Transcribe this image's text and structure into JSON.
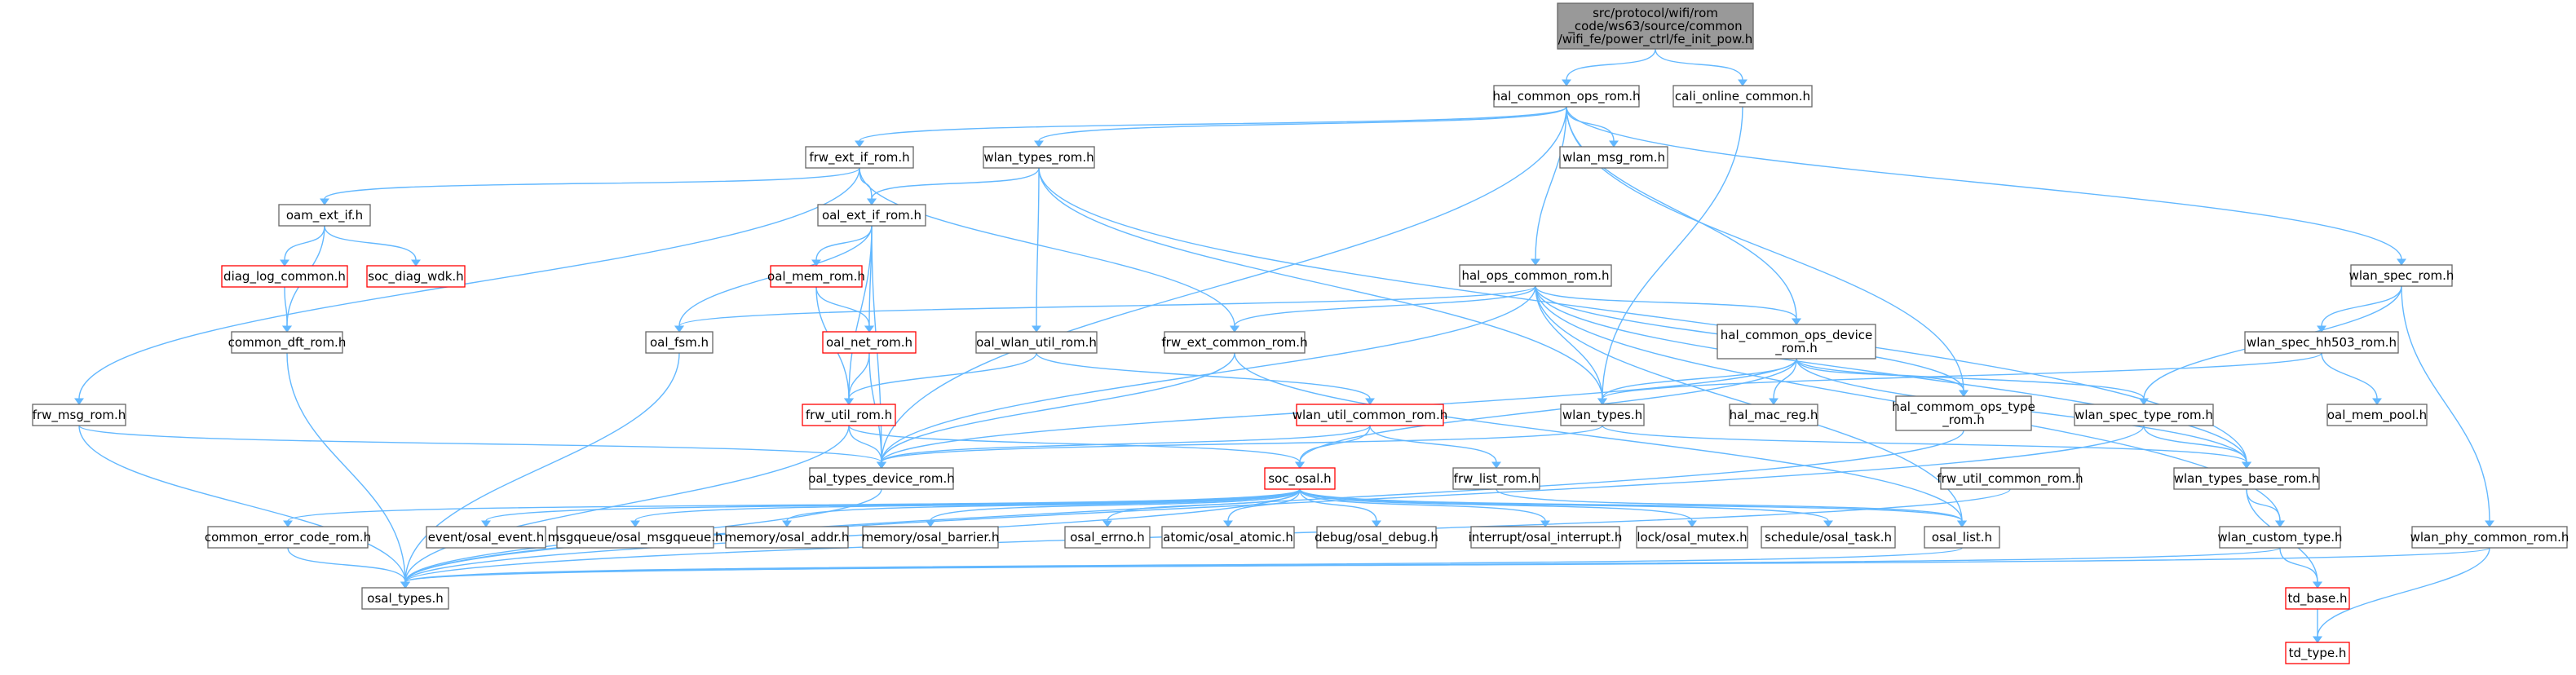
{
  "colors": {
    "root_fill": "#999999",
    "root_border": "#666666",
    "node_fill": "#ffffff",
    "node_border": "#666666",
    "error_border": "#ff0000",
    "edge": "#63b8ff"
  },
  "nodes": {
    "root": {
      "lines": [
        "src/protocol/wifi/rom",
        "_code/ws63/source/common",
        "/wifi_fe/power_ctrl/fe_init_pow.h"
      ],
      "style": "root"
    },
    "hal_common_ops_rom": {
      "lines": [
        "hal_common_ops_rom.h"
      ]
    },
    "cali_online_common": {
      "lines": [
        "cali_online_common.h"
      ]
    },
    "frw_ext_if_rom": {
      "lines": [
        "frw_ext_if_rom.h"
      ]
    },
    "wlan_types_rom": {
      "lines": [
        "wlan_types_rom.h"
      ]
    },
    "wlan_msg_rom": {
      "lines": [
        "wlan_msg_rom.h"
      ]
    },
    "wlan_spec_rom": {
      "lines": [
        "wlan_spec_rom.h"
      ]
    },
    "oam_ext_if": {
      "lines": [
        "oam_ext_if.h"
      ]
    },
    "oal_ext_if_rom": {
      "lines": [
        "oal_ext_if_rom.h"
      ]
    },
    "diag_log_common": {
      "lines": [
        "diag_log_common.h"
      ],
      "style": "error"
    },
    "soc_diag_wdk": {
      "lines": [
        "soc_diag_wdk.h"
      ],
      "style": "error"
    },
    "oal_mem_rom": {
      "lines": [
        "oal_mem_rom.h"
      ],
      "style": "error"
    },
    "hal_ops_common_rom": {
      "lines": [
        "hal_ops_common_rom.h"
      ]
    },
    "common_dft_rom": {
      "lines": [
        "common_dft_rom.h"
      ]
    },
    "oal_fsm": {
      "lines": [
        "oal_fsm.h"
      ]
    },
    "oal_net_rom": {
      "lines": [
        "oal_net_rom.h"
      ],
      "style": "error"
    },
    "oal_wlan_util_rom": {
      "lines": [
        "oal_wlan_util_rom.h"
      ]
    },
    "frw_ext_common_rom": {
      "lines": [
        "frw_ext_common_rom.h"
      ]
    },
    "hal_common_ops_device_rom": {
      "lines": [
        "hal_common_ops_device",
        "_rom.h"
      ]
    },
    "wlan_spec_hh503_rom": {
      "lines": [
        "wlan_spec_hh503_rom.h"
      ]
    },
    "frw_msg_rom": {
      "lines": [
        "frw_msg_rom.h"
      ]
    },
    "frw_util_rom": {
      "lines": [
        "frw_util_rom.h"
      ],
      "style": "error"
    },
    "wlan_util_common_rom": {
      "lines": [
        "wlan_util_common_rom.h"
      ],
      "style": "error"
    },
    "wlan_types": {
      "lines": [
        "wlan_types.h"
      ]
    },
    "hal_mac_reg": {
      "lines": [
        "hal_mac_reg.h"
      ]
    },
    "hal_commom_ops_type_rom": {
      "lines": [
        "hal_commom_ops_type",
        "_rom.h"
      ]
    },
    "wlan_spec_type_rom": {
      "lines": [
        "wlan_spec_type_rom.h"
      ]
    },
    "oal_mem_pool": {
      "lines": [
        "oal_mem_pool.h"
      ]
    },
    "oal_types_device_rom": {
      "lines": [
        "oal_types_device_rom.h"
      ]
    },
    "soc_osal": {
      "lines": [
        "soc_osal.h"
      ],
      "style": "error"
    },
    "frw_list_rom": {
      "lines": [
        "frw_list_rom.h"
      ]
    },
    "frw_util_common_rom": {
      "lines": [
        "frw_util_common_rom.h"
      ]
    },
    "wlan_types_base_rom": {
      "lines": [
        "wlan_types_base_rom.h"
      ]
    },
    "common_error_code_rom": {
      "lines": [
        "common_error_code_rom.h"
      ]
    },
    "osal_event": {
      "lines": [
        "event/osal_event.h"
      ]
    },
    "osal_msgqueue": {
      "lines": [
        "msgqueue/osal_msgqueue.h"
      ]
    },
    "osal_addr": {
      "lines": [
        "memory/osal_addr.h"
      ]
    },
    "osal_barrier": {
      "lines": [
        "memory/osal_barrier.h"
      ]
    },
    "osal_errno": {
      "lines": [
        "osal_errno.h"
      ]
    },
    "osal_atomic": {
      "lines": [
        "atomic/osal_atomic.h"
      ]
    },
    "osal_debug": {
      "lines": [
        "debug/osal_debug.h"
      ]
    },
    "osal_interrupt": {
      "lines": [
        "interrupt/osal_interrupt.h"
      ]
    },
    "osal_mutex": {
      "lines": [
        "lock/osal_mutex.h"
      ]
    },
    "osal_task": {
      "lines": [
        "schedule/osal_task.h"
      ]
    },
    "osal_list": {
      "lines": [
        "osal_list.h"
      ]
    },
    "wlan_custom_type": {
      "lines": [
        "wlan_custom_type.h"
      ]
    },
    "wlan_phy_common_rom": {
      "lines": [
        "wlan_phy_common_rom.h"
      ]
    },
    "osal_types": {
      "lines": [
        "osal_types.h"
      ]
    },
    "td_base": {
      "lines": [
        "td_base.h"
      ],
      "style": "error"
    },
    "td_type": {
      "lines": [
        "td_type.h"
      ],
      "style": "error"
    }
  },
  "edges": [
    [
      "root",
      "hal_common_ops_rom"
    ],
    [
      "root",
      "cali_online_common"
    ],
    [
      "hal_common_ops_rom",
      "frw_ext_if_rom"
    ],
    [
      "hal_common_ops_rom",
      "wlan_types_rom"
    ],
    [
      "hal_common_ops_rom",
      "wlan_msg_rom"
    ],
    [
      "hal_common_ops_rom",
      "wlan_spec_rom"
    ],
    [
      "hal_common_ops_rom",
      "hal_ops_common_rom"
    ],
    [
      "hal_common_ops_rom",
      "hal_common_ops_device_rom"
    ],
    [
      "hal_common_ops_rom",
      "hal_commom_ops_type_rom"
    ],
    [
      "hal_common_ops_rom",
      "oal_types_device_rom"
    ],
    [
      "cali_online_common",
      "wlan_types"
    ],
    [
      "frw_ext_if_rom",
      "oam_ext_if"
    ],
    [
      "frw_ext_if_rom",
      "oal_ext_if_rom"
    ],
    [
      "frw_ext_if_rom",
      "frw_msg_rom"
    ],
    [
      "frw_ext_if_rom",
      "frw_ext_common_rom"
    ],
    [
      "wlan_types_rom",
      "oal_ext_if_rom"
    ],
    [
      "wlan_types_rom",
      "oal_wlan_util_rom"
    ],
    [
      "wlan_types_rom",
      "wlan_types"
    ],
    [
      "wlan_types_rom",
      "wlan_types_base_rom"
    ],
    [
      "wlan_spec_rom",
      "wlan_spec_hh503_rom"
    ],
    [
      "wlan_spec_rom",
      "wlan_spec_type_rom"
    ],
    [
      "wlan_spec_rom",
      "wlan_phy_common_rom"
    ],
    [
      "oam_ext_if",
      "diag_log_common"
    ],
    [
      "oam_ext_if",
      "soc_diag_wdk"
    ],
    [
      "oam_ext_if",
      "common_dft_rom"
    ],
    [
      "diag_log_common",
      "common_dft_rom"
    ],
    [
      "common_dft_rom",
      "osal_types"
    ],
    [
      "oal_ext_if_rom",
      "oal_mem_rom"
    ],
    [
      "oal_ext_if_rom",
      "oal_fsm"
    ],
    [
      "oal_ext_if_rom",
      "oal_net_rom"
    ],
    [
      "oal_ext_if_rom",
      "frw_util_rom"
    ],
    [
      "oal_ext_if_rom",
      "oal_types_device_rom"
    ],
    [
      "oal_mem_rom",
      "oal_net_rom"
    ],
    [
      "oal_mem_rom",
      "frw_util_rom"
    ],
    [
      "oal_net_rom",
      "frw_util_rom"
    ],
    [
      "oal_net_rom",
      "oal_types_device_rom"
    ],
    [
      "oal_fsm",
      "osal_types"
    ],
    [
      "oal_wlan_util_rom",
      "frw_util_rom"
    ],
    [
      "oal_wlan_util_rom",
      "wlan_util_common_rom"
    ],
    [
      "hal_ops_common_rom",
      "oal_fsm"
    ],
    [
      "hal_ops_common_rom",
      "frw_ext_common_rom"
    ],
    [
      "hal_ops_common_rom",
      "hal_common_ops_device_rom"
    ],
    [
      "hal_ops_common_rom",
      "wlan_types"
    ],
    [
      "hal_ops_common_rom",
      "hal_commom_ops_type_rom"
    ],
    [
      "hal_ops_common_rom",
      "wlan_types_base_rom"
    ],
    [
      "hal_ops_common_rom",
      "oal_types_device_rom"
    ],
    [
      "hal_ops_common_rom",
      "wlan_custom_type"
    ],
    [
      "hal_ops_common_rom",
      "osal_list"
    ],
    [
      "frw_ext_common_rom",
      "oal_types_device_rom"
    ],
    [
      "frw_ext_common_rom",
      "osal_list"
    ],
    [
      "hal_common_ops_device_rom",
      "wlan_types"
    ],
    [
      "hal_common_ops_device_rom",
      "hal_mac_reg"
    ],
    [
      "hal_common_ops_device_rom",
      "hal_commom_ops_type_rom"
    ],
    [
      "hal_common_ops_device_rom",
      "wlan_spec_type_rom"
    ],
    [
      "hal_common_ops_device_rom",
      "soc_osal"
    ],
    [
      "hal_common_ops_device_rom",
      "oal_types_device_rom"
    ],
    [
      "hal_common_ops_device_rom",
      "wlan_types_base_rom"
    ],
    [
      "wlan_spec_hh503_rom",
      "oal_mem_pool"
    ],
    [
      "wlan_spec_hh503_rom",
      "wlan_types"
    ],
    [
      "frw_msg_rom",
      "osal_types"
    ],
    [
      "frw_msg_rom",
      "oal_types_device_rom"
    ],
    [
      "frw_util_rom",
      "oal_types_device_rom"
    ],
    [
      "frw_util_rom",
      "soc_osal"
    ],
    [
      "frw_util_rom",
      "osal_types"
    ],
    [
      "wlan_util_common_rom",
      "soc_osal"
    ],
    [
      "wlan_util_common_rom",
      "oal_types_device_rom"
    ],
    [
      "wlan_util_common_rom",
      "frw_list_rom"
    ],
    [
      "wlan_types",
      "oal_types_device_rom"
    ],
    [
      "wlan_types",
      "wlan_types_base_rom"
    ],
    [
      "hal_commom_ops_type_rom",
      "osal_types"
    ],
    [
      "wlan_spec_type_rom",
      "wlan_types_base_rom"
    ],
    [
      "wlan_spec_type_rom",
      "osal_types"
    ],
    [
      "oal_types_device_rom",
      "osal_types"
    ],
    [
      "soc_osal",
      "common_error_code_rom"
    ],
    [
      "soc_osal",
      "osal_event"
    ],
    [
      "soc_osal",
      "osal_msgqueue"
    ],
    [
      "soc_osal",
      "osal_addr"
    ],
    [
      "soc_osal",
      "osal_barrier"
    ],
    [
      "soc_osal",
      "osal_errno"
    ],
    [
      "soc_osal",
      "osal_atomic"
    ],
    [
      "soc_osal",
      "osal_debug"
    ],
    [
      "soc_osal",
      "osal_interrupt"
    ],
    [
      "soc_osal",
      "osal_mutex"
    ],
    [
      "soc_osal",
      "osal_task"
    ],
    [
      "soc_osal",
      "osal_list"
    ],
    [
      "soc_osal",
      "osal_types"
    ],
    [
      "frw_list_rom",
      "osal_list"
    ],
    [
      "frw_util_common_rom",
      "osal_types"
    ],
    [
      "wlan_types_base_rom",
      "wlan_custom_type"
    ],
    [
      "wlan_types_base_rom",
      "td_base"
    ],
    [
      "common_error_code_rom",
      "osal_types"
    ],
    [
      "osal_list",
      "osal_types"
    ],
    [
      "wlan_custom_type",
      "td_base"
    ],
    [
      "wlan_custom_type",
      "osal_types"
    ],
    [
      "wlan_phy_common_rom",
      "osal_types"
    ],
    [
      "wlan_phy_common_rom",
      "td_type"
    ],
    [
      "td_base",
      "td_type"
    ]
  ]
}
